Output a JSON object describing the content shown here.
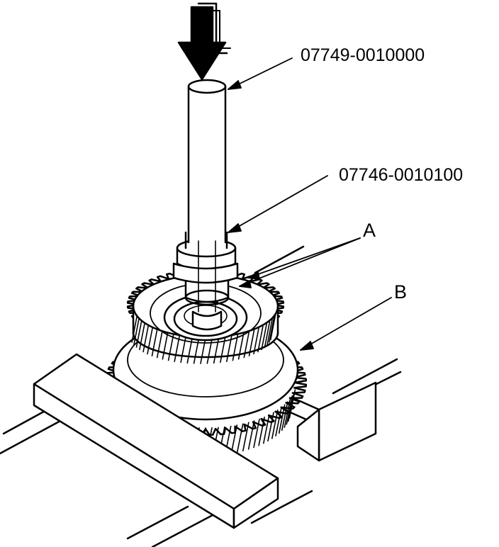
{
  "labels": {
    "driver_handle": "07749-0010000",
    "attachment": "07746-0010100",
    "callout_a": "A",
    "callout_b": "B"
  },
  "colors": {
    "ink": "#000000",
    "paper": "#ffffff"
  },
  "icons": {
    "press_direction": "down-arrow-icon"
  }
}
